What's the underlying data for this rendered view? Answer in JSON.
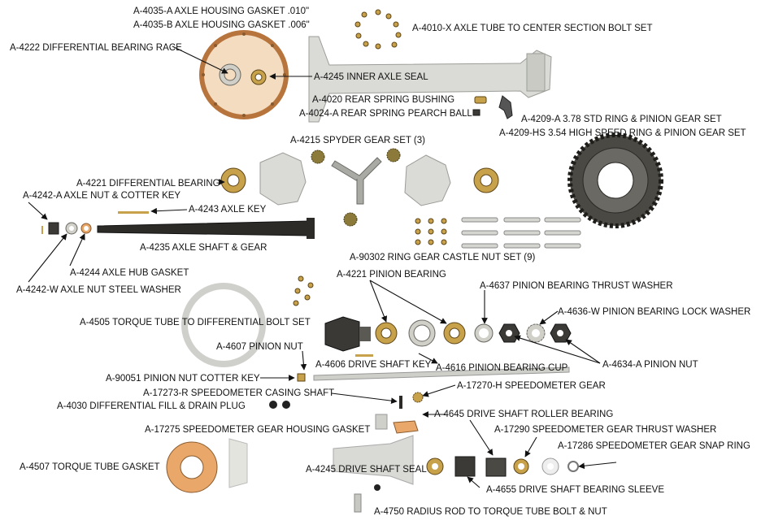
{
  "colors": {
    "gasket": "#e9a86a",
    "steel": "#d0cfc8",
    "bronze": "#c8a24a",
    "dark_gear": "#3b3a36",
    "casting": "#dadbd6",
    "leader_line": "#111111"
  },
  "labels": {
    "a4035a": "A-4035-A AXLE HOUSING GASKET .010\"",
    "a4035b": "A-4035-B AXLE HOUSING GASKET .006\"",
    "a4010x": "A-4010-X AXLE TUBE TO CENTER SECTION BOLT SET",
    "a4222": "A-4222 DIFFERENTIAL BEARING RACE",
    "a4245_inner": "A-4245 INNER AXLE SEAL",
    "a4020": "A-4020 REAR SPRING BUSHING",
    "a4024a": "A-4024-A REAR SPRING PEARCH BALL",
    "a4209a": "A-4209-A 3.78 STD RING & PINION GEAR SET",
    "a4209hs": "A-4209-HS 3.54 HIGH SPEED RING & PINION GEAR SET",
    "a4215": "A-4215 SPYDER GEAR SET (3)",
    "a4221_diff": "A-4221 DIFFERENTIAL BEARING",
    "a4242a": "A-4242-A AXLE NUT & COTTER KEY",
    "a4243": "A-4243 AXLE KEY",
    "a4235": "A-4235 AXLE SHAFT & GEAR",
    "a90302": "A-90302 RING GEAR CASTLE NUT SET (9)",
    "a4244": "A-4244 AXLE HUB GASKET",
    "a4242w": "A-4242-W AXLE NUT STEEL WASHER",
    "a4221_pinion": "A-4221 PINION BEARING",
    "a4637": "A-4637 PINION BEARING THRUST WASHER",
    "a4636w": "A-4636-W PINION BEARING LOCK WASHER",
    "a4505": "A-4505 TORQUE TUBE TO DIFFERENTIAL BOLT SET",
    "a4607": "A-4607 PINION NUT",
    "a4606": "A-4606 DRIVE SHAFT KEY",
    "a4616": "A-4616 PINION BEARING CUP",
    "a4634a": "A-4634-A PINION NUT",
    "a90051": "A-90051 PINION NUT COTTER KEY",
    "a17270h": "A-17270-H SPEEDOMETER GEAR",
    "a17273r": "A-17273-R SPEEDOMETER CASING SHAFT",
    "a4030": "A-4030 DIFFERENTIAL FILL & DRAIN PLUG",
    "a4645": "A-4645 DRIVE SHAFT ROLLER BEARING",
    "a17275": "A-17275 SPEEDOMETER GEAR HOUSING GASKET",
    "a17290": "A-17290 SPEEDOMETER GEAR THRUST WASHER",
    "a17286": "A-17286 SPEEDOMETER GEAR SNAP RING",
    "a4507": "A-4507 TORQUE TUBE GASKET",
    "a4245_drive": "A-4245 DRIVE SHAFT SEAL",
    "a4655": "A-4655 DRIVE SHAFT BEARING SLEEVE",
    "a4750": "A-4750 RADIUS ROD TO TORQUE TUBE BOLT & NUT"
  }
}
